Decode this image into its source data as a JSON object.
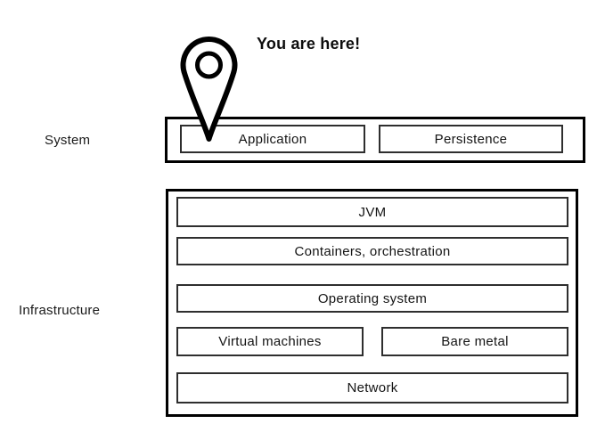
{
  "callout": {
    "text": "You are here!",
    "icon": "location-pin"
  },
  "sections": {
    "system": {
      "label": "System",
      "boxes": [
        {
          "label": "Application"
        },
        {
          "label": "Persistence"
        }
      ]
    },
    "infrastructure": {
      "label": "Infrastructure",
      "boxes": [
        {
          "label": "JVM"
        },
        {
          "label": "Containers, orchestration"
        },
        {
          "label": "Operating system"
        },
        {
          "label": "Virtual machines"
        },
        {
          "label": "Bare metal"
        },
        {
          "label": "Network"
        }
      ]
    }
  },
  "colors": {
    "background": "#ffffff",
    "outer_border": "#000000",
    "inner_border": "#2e2e2e",
    "text": "#111111"
  }
}
